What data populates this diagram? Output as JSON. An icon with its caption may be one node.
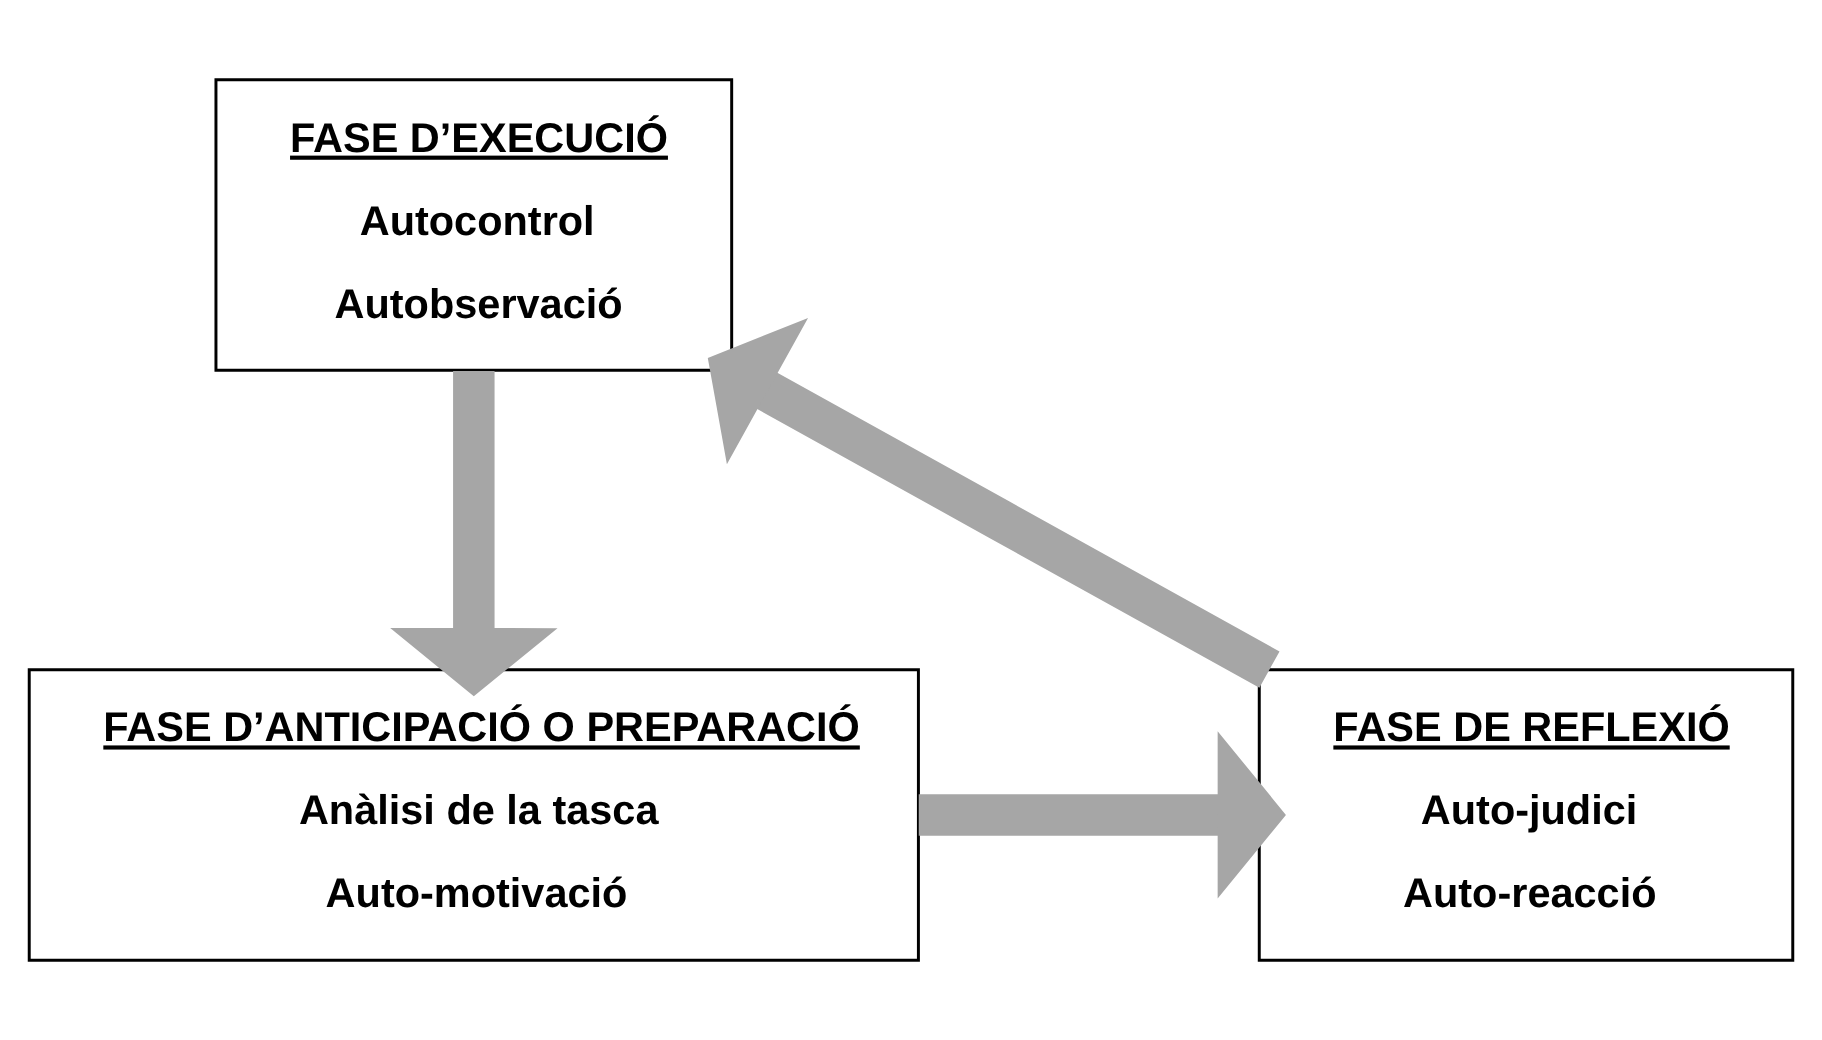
{
  "diagram": {
    "nodes": [
      {
        "text": [
          "FASE D’EXECUCIÓ",
          "Autocontrol",
          "Autobservació"
        ]
      },
      {
        "text": [
          "FASE D’ANTICIPACIÓ O PREPARACIÓ",
          "Anàlisi de la tasca",
          "Auto-motivació"
        ]
      },
      {
        "text": [
          "FASE DE REFLEXIÓ",
          "Auto-judici",
          "Auto-reacció"
        ]
      }
    ],
    "edges": [
      {
        "from": 0,
        "to": 1,
        "arrow": "to"
      },
      {
        "from": 1,
        "to": 2,
        "arrow": "to"
      },
      {
        "from": 2,
        "to": 0,
        "arrow": "to"
      }
    ]
  }
}
